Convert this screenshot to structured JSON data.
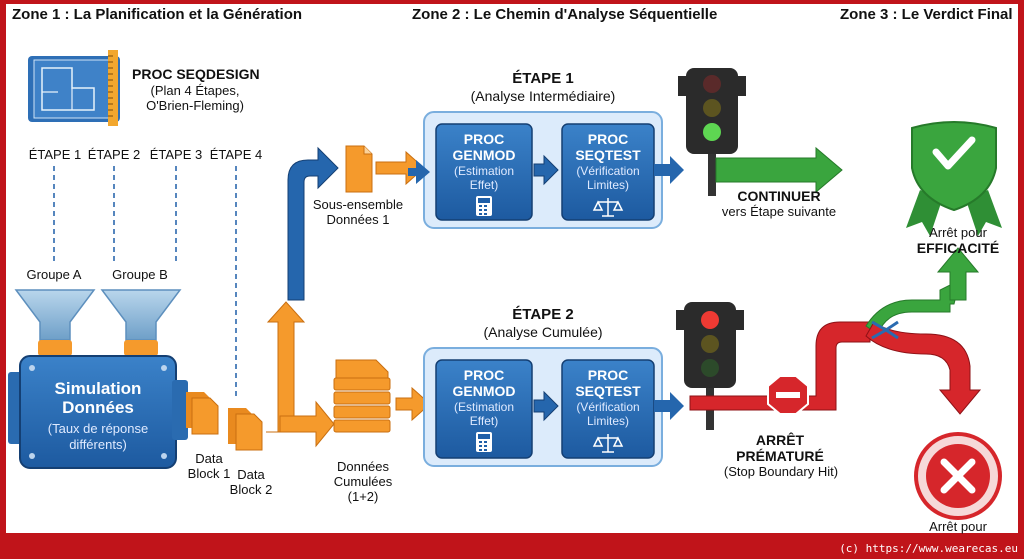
{
  "zones": {
    "zone1": "Zone 1 : La Planification et la Génération",
    "zone2": "Zone 2 : Le Chemin d'Analyse Séquentielle",
    "zone3": "Zone 3 : Le Verdict Final"
  },
  "plan": {
    "title": "PROC SEQDESIGN",
    "subtitle_line1": "(Plan 4 Étapes,",
    "subtitle_line2": "O'Brien-Fleming)",
    "stages": [
      "ÉTAPE 1",
      "ÉTAPE 2",
      "ÉTAPE 3",
      "ÉTAPE 4"
    ]
  },
  "groups": [
    "Groupe A",
    "Groupe B"
  ],
  "simulation": {
    "title_line1": "Simulation",
    "title_line2": "Données",
    "sub_line1": "(Taux de réponse",
    "sub_line2": "différents)"
  },
  "data_blocks": {
    "block1_line1": "Data",
    "block1_line2": "Block 1",
    "block2_line1": "Data",
    "block2_line2": "Block 2"
  },
  "subset1": {
    "line1": "Sous-ensemble",
    "line2": "Données 1"
  },
  "cumulative": {
    "line1": "Données",
    "line2": "Cumulées",
    "line3": "(1+2)"
  },
  "etape1": {
    "title": "ÉTAPE 1",
    "subtitle": "(Analyse Intermédiaire)",
    "genmod": {
      "t1": "PROC",
      "t2": "GENMOD",
      "s1": "(Estimation",
      "s2": "Effet)"
    },
    "seqtest": {
      "t1": "PROC",
      "t2": "SEQTEST",
      "s1": "(Vérification",
      "s2": "Limites)"
    }
  },
  "etape2": {
    "title": "ÉTAPE 2",
    "subtitle": "(Analyse Cumulée)",
    "genmod": {
      "t1": "PROC",
      "t2": "GENMOD",
      "s1": "(Estimation",
      "s2": "Effet)"
    },
    "seqtest": {
      "t1": "PROC",
      "t2": "SEQTEST",
      "s1": "(Vérification",
      "s2": "Limites)"
    }
  },
  "continue": {
    "title": "CONTINUER",
    "subtitle": "vers Étape suivante"
  },
  "stop": {
    "line1": "ARRÊT",
    "line2": "PRÉMATURÉ",
    "subtitle": "(Stop Boundary Hit)"
  },
  "verdict": {
    "efficacy_line1": "Arrêt pour",
    "efficacy_line2": "EFFICACITÉ",
    "futility_line1": "Arrêt pour"
  },
  "footer": "(c) https://www.wearecas.eu",
  "colors": {
    "frame": "#c0141a",
    "blue": "#1f5fa8",
    "orange": "#f59a2c",
    "green": "#3aa53e",
    "red": "#d6262b",
    "panel": "#dcebfb"
  }
}
